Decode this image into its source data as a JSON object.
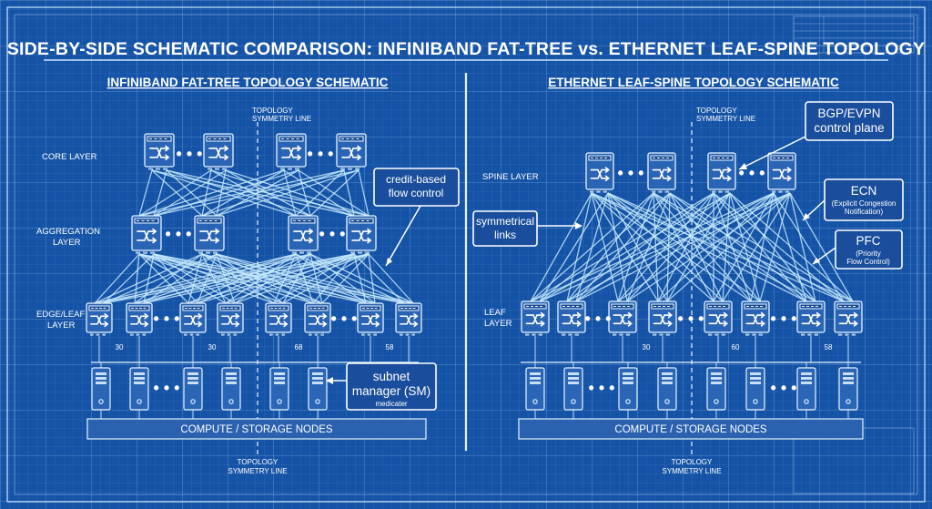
{
  "title": "SIDE-BY-SIDE SCHEMATIC COMPARISON: INFINIBAND FAT-TREE vs. ETHERNET LEAF-SPINE TOPOLOGY",
  "left": {
    "subtitle": "INFINIBAND FAT-TREE TOPOLOGY SCHEMATIC",
    "symmetry_label": [
      "TOPOLOGY",
      "SYMMETRY LINE"
    ],
    "layers": {
      "core": "CORE LAYER",
      "aggregation": [
        "AGGREGATION",
        "LAYER"
      ],
      "edge": [
        "EDGE/LEAF",
        "LAYER"
      ]
    },
    "callouts": {
      "credit": [
        "credit-based",
        "flow control"
      ],
      "subnet": [
        "subnet",
        "manager (SM)"
      ],
      "subnet_sub": "medicater"
    },
    "counts": [
      "30",
      "30",
      "68",
      "58"
    ],
    "nodes_label": "COMPUTE / STORAGE NODES"
  },
  "right": {
    "subtitle": "ETHERNET LEAF-SPINE TOPOLOGY SCHEMATIC",
    "symmetry_label": [
      "TOPOLOGY",
      "SYMMETRY LINE"
    ],
    "layers": {
      "spine": "SPINE LAYER",
      "leaf": [
        "LEAF",
        "LAYER"
      ]
    },
    "callouts": {
      "bgp": [
        "BGP/EVPN",
        "control plane"
      ],
      "symmetrical": [
        "symmetrical",
        "links"
      ],
      "ecn_title": "ECN",
      "ecn_sub": [
        "(Explicit Congestion",
        "Notification)"
      ],
      "pfc_title": "PFC",
      "pfc_sub": [
        "(Priority",
        "Flow Control)"
      ]
    },
    "counts": [
      "30",
      "60",
      "58"
    ],
    "nodes_label": "COMPUTE / STORAGE NODES"
  },
  "bottom_symmetry_label": [
    "TOPOLOGY",
    "SYMMETRY LINE"
  ],
  "ellipsis": "• • •",
  "colors": {
    "background": "#1553a6",
    "line": "#c8ecff",
    "text": "#ffffff"
  }
}
